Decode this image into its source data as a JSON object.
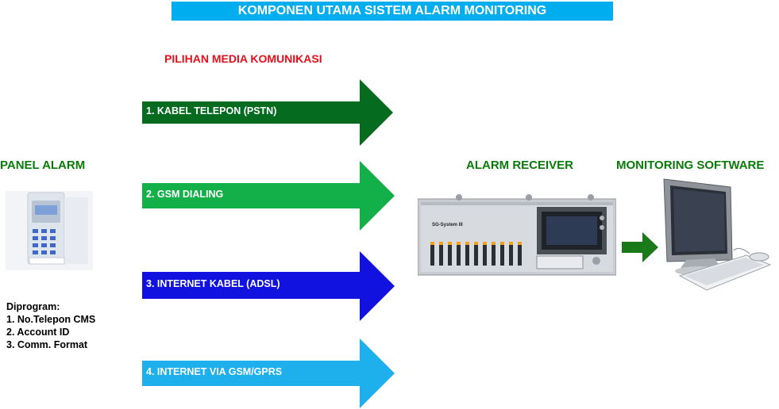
{
  "title": "KOMPONEN UTAMA SISTEM ALARM MONITORING",
  "subtitle": "PILIHAN MEDIA KOMUNIKASI",
  "headings": {
    "panel": "PANEL ALARM",
    "receiver": "ALARM RECEIVER",
    "software": "MONITORING SOFTWARE"
  },
  "media": [
    {
      "label": "1. KABEL TELEPON (PSTN)",
      "color": "#056b1f"
    },
    {
      "label": "2. GSM DIALING",
      "color": "#13b04a"
    },
    {
      "label": "3. INTERNET KABEL (ADSL)",
      "color": "#1212e0"
    },
    {
      "label": "4. INTERNET VIA GSM/GPRS",
      "color": "#1eb0ec"
    }
  ],
  "notes": {
    "heading": "Diprogram:",
    "items": [
      "1. No.Telepon CMS",
      "2. Account ID",
      "3. Comm. Format"
    ]
  },
  "receiver_brand": "SG-System III",
  "connector_color": "#1a7a1a"
}
